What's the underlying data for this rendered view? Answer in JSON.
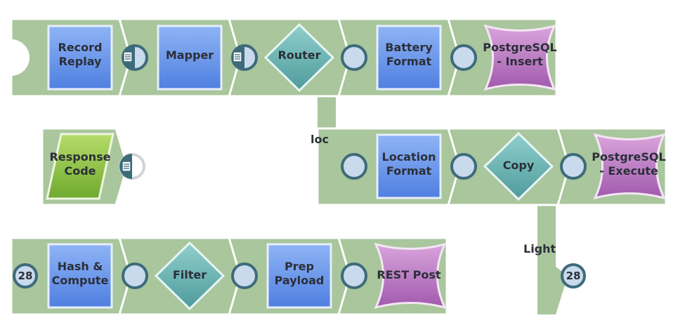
{
  "pipeline": {
    "nodes": {
      "record_replay": [
        "Record",
        "Replay"
      ],
      "mapper": [
        "Mapper"
      ],
      "router": [
        "Router"
      ],
      "battery_format": [
        "Battery",
        "Format"
      ],
      "postgres_insert": [
        "PostgreSQL",
        "- Insert"
      ],
      "response_code": [
        "Response",
        "Code"
      ],
      "location_format": [
        "Location",
        "Format"
      ],
      "copy": [
        "Copy"
      ],
      "postgres_execute": [
        "PostgreSQL",
        "- Execute"
      ],
      "hash_compute": [
        "Hash &",
        "Compute"
      ],
      "filter": [
        "Filter"
      ],
      "prep_payload": [
        "Prep",
        "Payload"
      ],
      "rest_post": [
        "REST Post"
      ]
    },
    "routes": {
      "loc": "loc",
      "light": "Light"
    },
    "badges": {
      "hash_input": "28",
      "light_output": "28"
    },
    "colors": {
      "segment": "#a9c69c",
      "segment_border": "#ffffff",
      "standard_snap": "#5f8fe8",
      "flow_snap": "#5aabaa",
      "write_snap": "#b36fbd",
      "read_snap": "#7fbe3a",
      "port_fill": "#c8daec",
      "port_ring": "#3e6b7a"
    }
  }
}
